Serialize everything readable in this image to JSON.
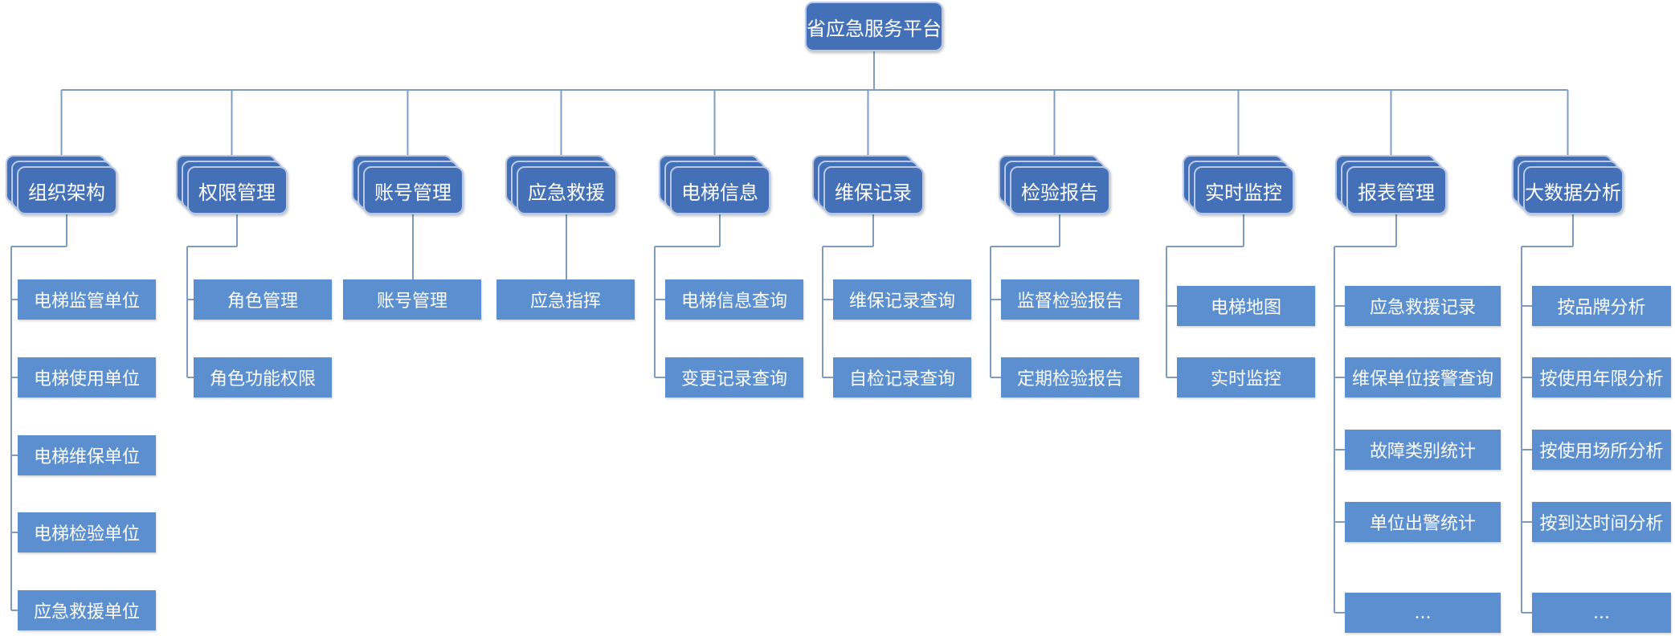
{
  "root": {
    "label": "省应急服务平台"
  },
  "categories": [
    {
      "id": "org",
      "label": "组织架构",
      "children": [
        "电梯监管单位",
        "电梯使用单位",
        "电梯维保单位",
        "电梯检验单位",
        "应急救援单位"
      ]
    },
    {
      "id": "perm",
      "label": "权限管理",
      "children": [
        "角色管理",
        "角色功能权限"
      ]
    },
    {
      "id": "account",
      "label": "账号管理",
      "children": [
        "账号管理"
      ]
    },
    {
      "id": "rescue",
      "label": "应急救援",
      "children": [
        "应急指挥"
      ]
    },
    {
      "id": "elevator",
      "label": "电梯信息",
      "children": [
        "电梯信息查询",
        "变更记录查询"
      ]
    },
    {
      "id": "maint",
      "label": "维保记录",
      "children": [
        "维保记录查询",
        "自检记录查询"
      ]
    },
    {
      "id": "inspect",
      "label": "检验报告",
      "children": [
        "监督检验报告",
        "定期检验报告"
      ]
    },
    {
      "id": "monitor",
      "label": "实时监控",
      "children": [
        "电梯地图",
        "实时监控"
      ]
    },
    {
      "id": "report",
      "label": "报表管理",
      "children": [
        "应急救援记录",
        "维保单位接警查询",
        "故障类别统计",
        "单位出警统计",
        "..."
      ]
    },
    {
      "id": "bigdata",
      "label": "大数据分析",
      "children": [
        "按品牌分析",
        "按使用年限分析",
        "按使用场所分析",
        "按到达时间分析",
        "..."
      ]
    }
  ],
  "colors": {
    "node_dark": "#4470b8",
    "node_leaf": "#5b8fcf",
    "connector": "#7f9cc0",
    "node_border": "#b9c9e6"
  }
}
